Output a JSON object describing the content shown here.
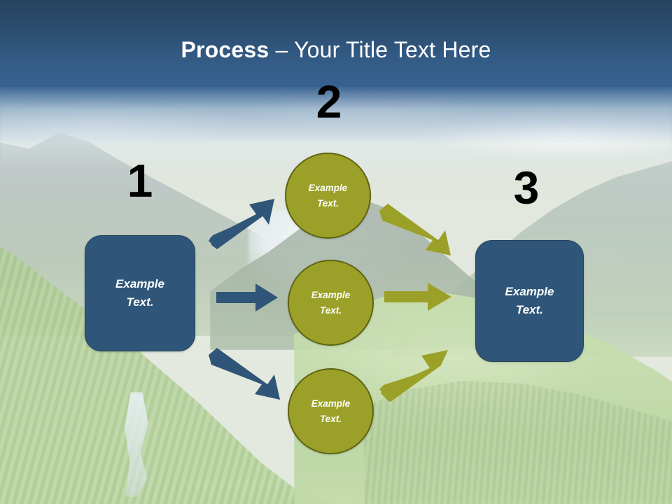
{
  "slide": {
    "title": {
      "bold_part": "Process",
      "rest_part": " – Your Title Text Here",
      "full": "Process – Your Title Text Here"
    },
    "background": {
      "description": "mountain-valley-photo",
      "sky_top_color": "#27425F",
      "sky_bottom_color": "#376190",
      "haze_color": "#CFDBDF",
      "forest_color": "#A8C98A"
    }
  },
  "theme": {
    "box_fill": "#2F5678",
    "box_border": "#23415C",
    "circle_fill": "#9BA128",
    "circle_border": "#5F6312",
    "blue_arrow": "#2F5678",
    "olive_arrow": "#9BA128",
    "number_color": "#000000",
    "title_color": "#FFFFFF"
  },
  "steps": {
    "numbers": [
      {
        "id": "1",
        "label": "1"
      },
      {
        "id": "2",
        "label": "2"
      },
      {
        "id": "3",
        "label": "3"
      }
    ]
  },
  "nodes": {
    "start_box": {
      "line1": "Example",
      "line2": "Text."
    },
    "end_box": {
      "line1": "Example",
      "line2": "Text."
    },
    "circle_top": {
      "line1": "Example",
      "line2": "Text."
    },
    "circle_middle": {
      "line1": "Example",
      "line2": "Text."
    },
    "circle_bottom": {
      "line1": "Example",
      "line2": "Text."
    }
  },
  "connectors": [
    {
      "name": "start-to-top-circle",
      "color": "#2F5678",
      "direction": "up-right"
    },
    {
      "name": "start-to-middle-circle",
      "color": "#2F5678",
      "direction": "right"
    },
    {
      "name": "start-to-bottom-circle",
      "color": "#2F5678",
      "direction": "down-right"
    },
    {
      "name": "top-circle-to-end",
      "color": "#9BA128",
      "direction": "down-right"
    },
    {
      "name": "middle-circle-to-end",
      "color": "#9BA128",
      "direction": "right"
    },
    {
      "name": "bottom-circle-to-end",
      "color": "#9BA128",
      "direction": "up-right"
    }
  ]
}
